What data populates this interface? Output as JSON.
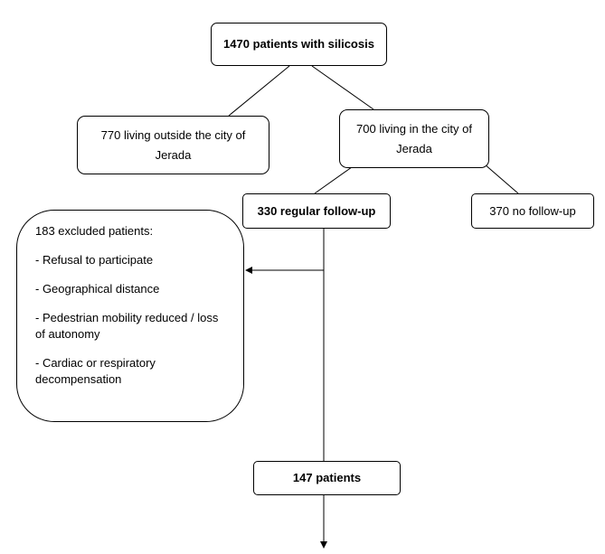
{
  "root": {
    "label": "1470 patients with silicosis"
  },
  "outside": {
    "label": "770 living outside the city of Jerada"
  },
  "inside": {
    "label": "700 living in the city of Jerada"
  },
  "regular": {
    "label": "330 regular follow-up"
  },
  "no_followup": {
    "label": "370 no follow-up"
  },
  "excluded": {
    "title": "183 excluded patients:",
    "reasons": [
      "- Refusal to participate",
      "- Geographical distance",
      "- Pedestrian mobility reduced / loss of autonomy",
      "- Cardiac or respiratory decompensation"
    ]
  },
  "final": {
    "label": "147 patients"
  }
}
